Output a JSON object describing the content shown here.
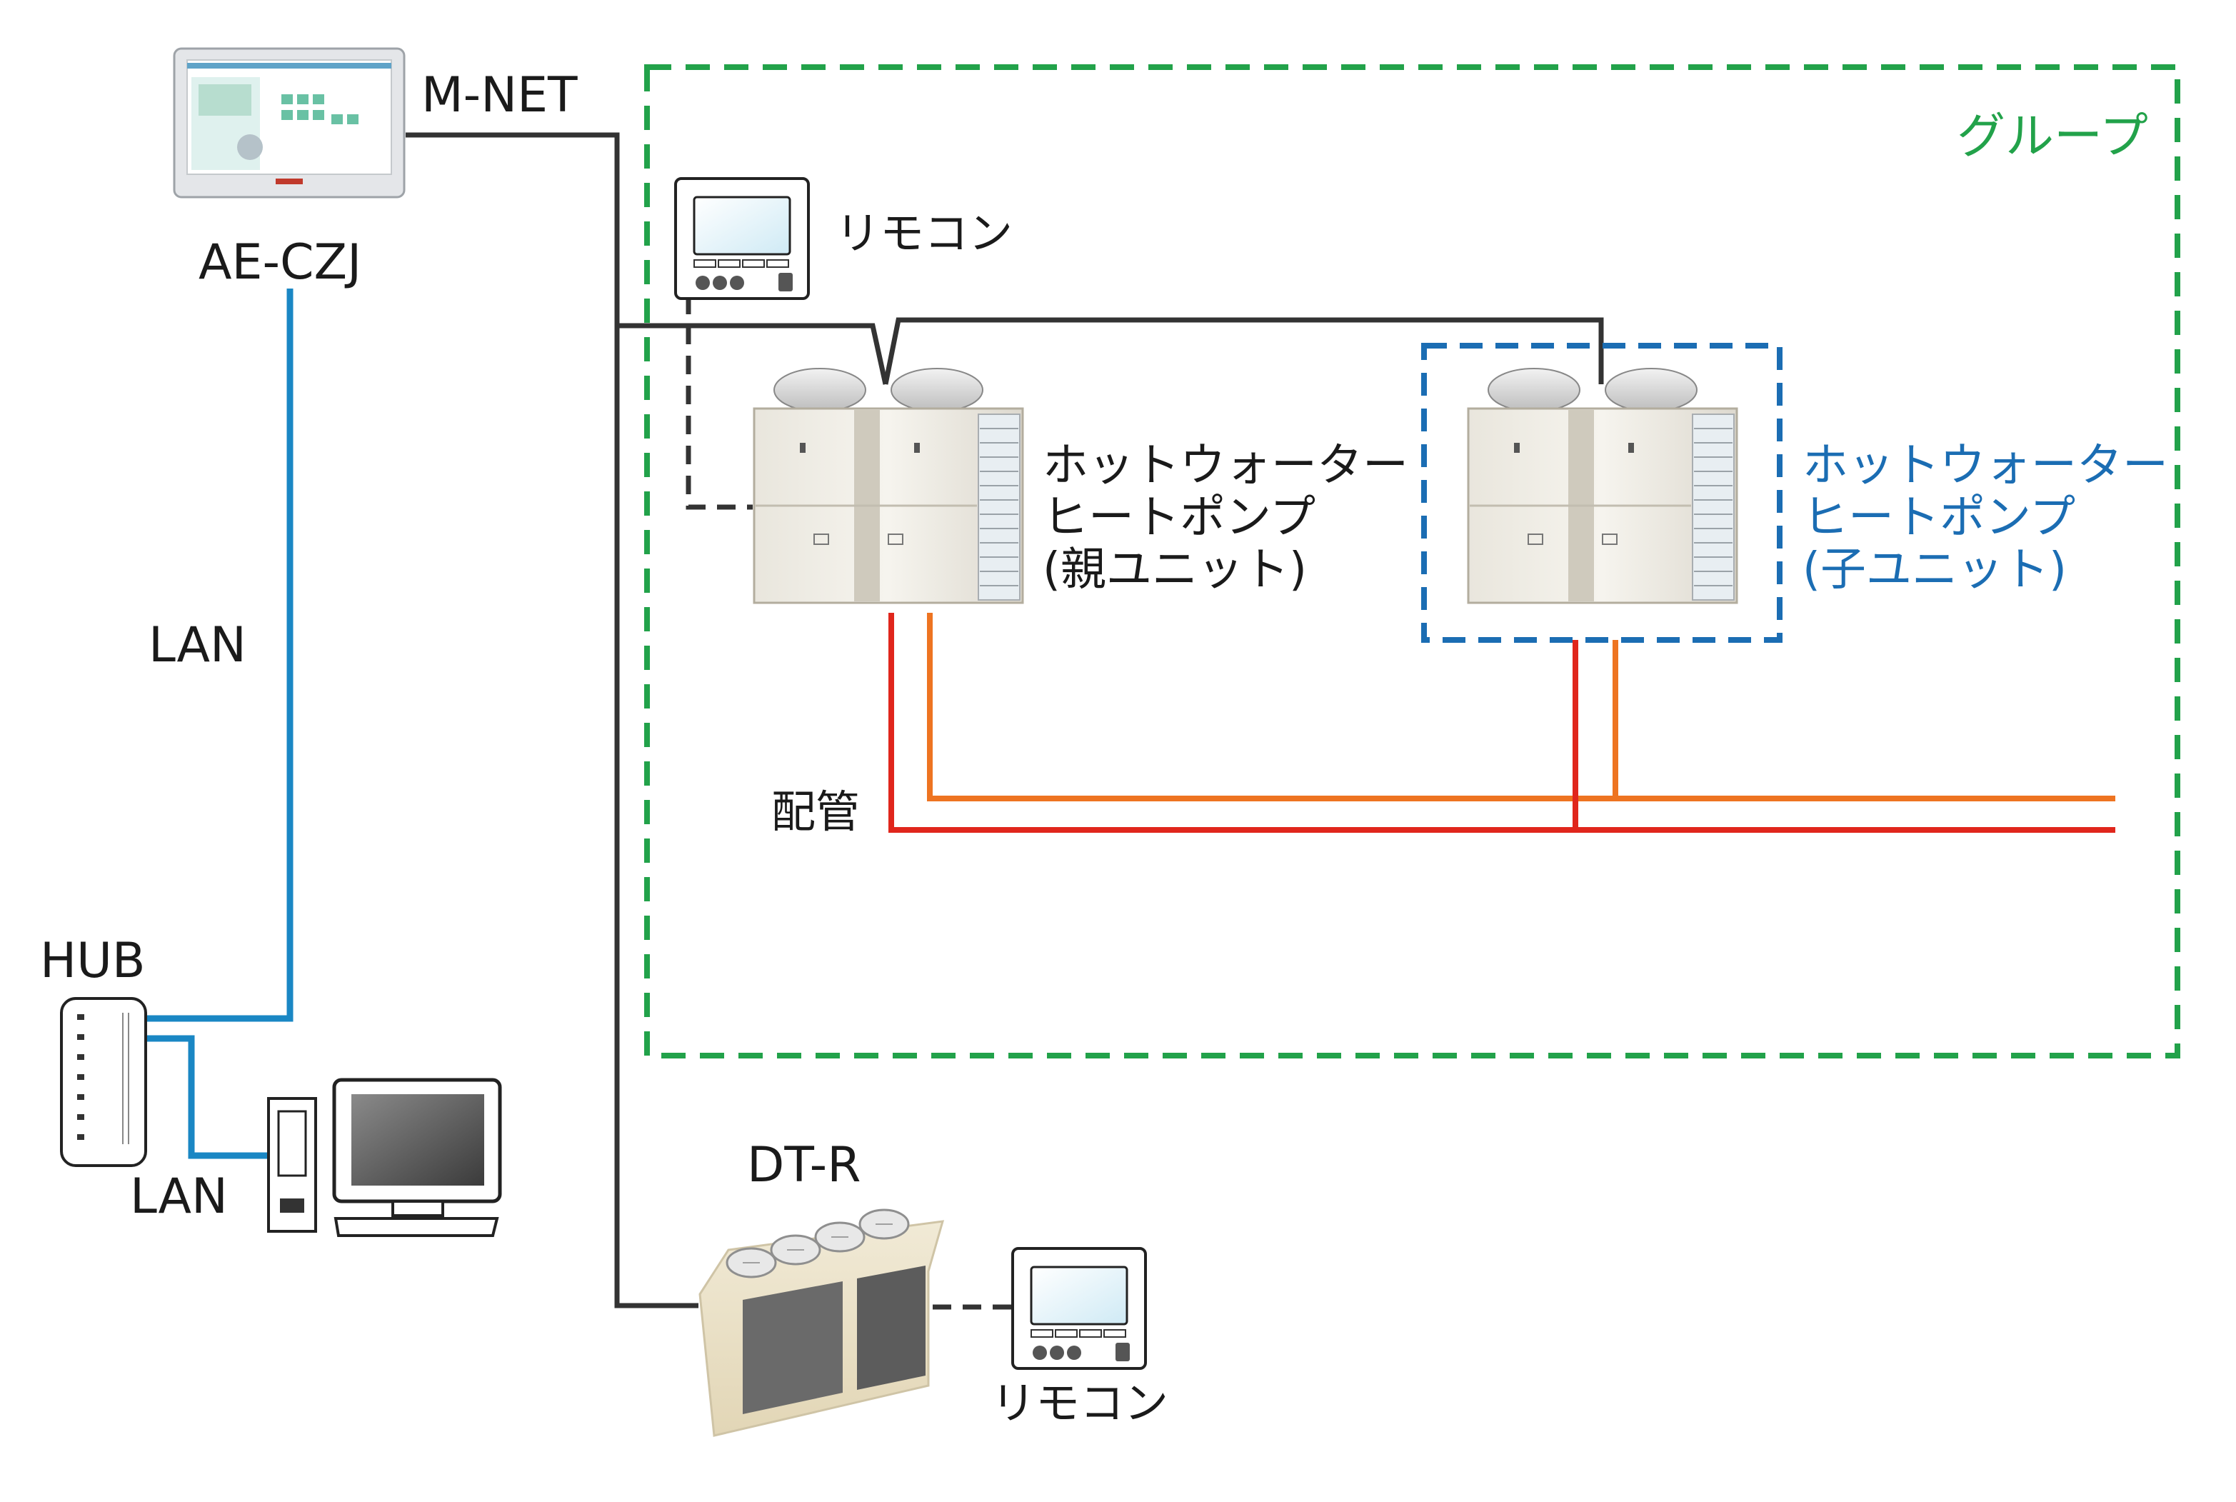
{
  "labels": {
    "controller": "AE-CZJ",
    "mnet": "M-NET",
    "lan_upper": "LAN",
    "lan_lower": "LAN",
    "hub": "HUB",
    "group": "グループ",
    "remote_top": "リモコン",
    "remote_bottom": "リモコン",
    "piping": "配管",
    "dtr": "DT-R",
    "parent_unit": [
      "ホットウォーター",
      "ヒートポンプ",
      "(親ユニット)"
    ],
    "child_unit": [
      "ホットウォーター",
      "ヒートポンプ",
      "(子ユニット)"
    ]
  },
  "colors": {
    "mnet_line": "#333333",
    "lan_line": "#1a87c4",
    "group_border": "#22a24a",
    "child_border": "#1b6db3",
    "pipe_red": "#e0261c",
    "pipe_orange": "#ee7421"
  },
  "icons": [
    "touch-panel-controller-icon",
    "remote-controller-icon",
    "heat-pump-unit-icon",
    "hub-icon",
    "desktop-pc-icon",
    "chiller-unit-icon"
  ]
}
